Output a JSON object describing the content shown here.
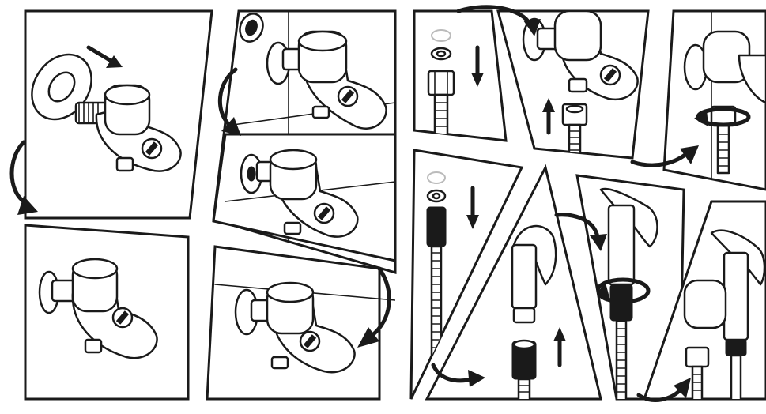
{
  "figure": {
    "background": "#ffffff",
    "ink_color": "#1a1a1a",
    "left_sequence": {
      "steps": [
        {
          "name": "attach-flange-to-valve",
          "icons": [
            "flange-icon",
            "angle-valve-icon",
            "direction-arrow-icon"
          ]
        },
        {
          "name": "mount-valve-on-wall",
          "icons": [
            "wall-pipe-icon",
            "angle-valve-icon"
          ]
        },
        {
          "name": "seat-valve-against-wall",
          "icons": [
            "angle-valve-icon"
          ]
        },
        {
          "name": "valve-assembled",
          "icons": [
            "angle-valve-icon"
          ]
        },
        {
          "name": "valve-installed",
          "icons": [
            "angle-valve-icon"
          ]
        }
      ]
    },
    "right_sequence": {
      "steps": [
        {
          "name": "insert-washer-into-hose-nut",
          "icons": [
            "washer-icon",
            "hose-nut-icon",
            "down-arrow-icon"
          ]
        },
        {
          "name": "connect-hose-to-valve",
          "icons": [
            "angle-valve-icon",
            "hose-nut-icon",
            "up-arrow-icon"
          ]
        },
        {
          "name": "tighten-hose-nut",
          "icons": [
            "angle-valve-icon",
            "rotation-arrow-icon"
          ]
        },
        {
          "name": "insert-washer-into-hose-end",
          "icons": [
            "washer-icon",
            "hose-icon",
            "down-arrow-icon"
          ]
        },
        {
          "name": "connect-hose-to-sprayer",
          "icons": [
            "bidet-sprayer-icon",
            "hose-nut-icon",
            "up-arrow-icon"
          ]
        },
        {
          "name": "tighten-sprayer-nut",
          "icons": [
            "bidet-sprayer-icon",
            "rotation-arrow-icon"
          ]
        },
        {
          "name": "complete-assembly",
          "icons": [
            "bidet-sprayer-icon",
            "angle-valve-icon"
          ]
        }
      ]
    }
  }
}
